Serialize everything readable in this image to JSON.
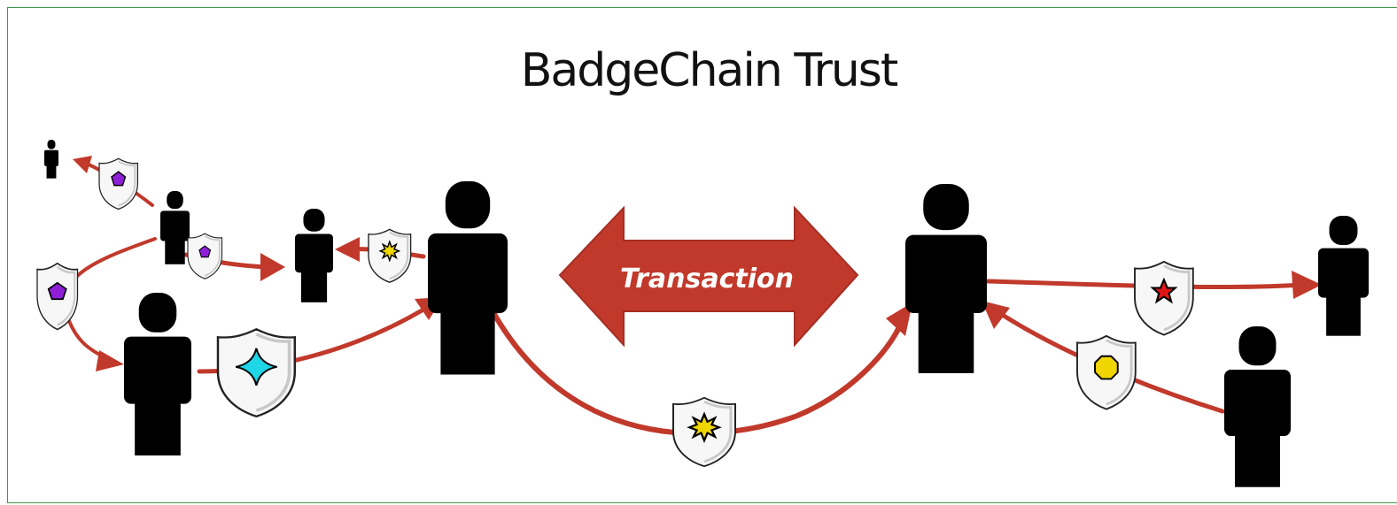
{
  "diagram": {
    "title": "BadgeChain Trust",
    "center_label": "Transaction",
    "colors": {
      "arrow": "#c1392b",
      "person": "#000000",
      "border": "#3e9a4a",
      "badge_purple": "#8e1fd6",
      "badge_cyan": "#1fd6e6",
      "badge_yellow": "#f0d600",
      "badge_red": "#e01616"
    },
    "icons": [
      "person-icon",
      "shield-badge-icon",
      "pentagon-badge",
      "four-point-star-badge",
      "burst-star-badge",
      "five-point-star-badge",
      "octagon-badge"
    ]
  }
}
